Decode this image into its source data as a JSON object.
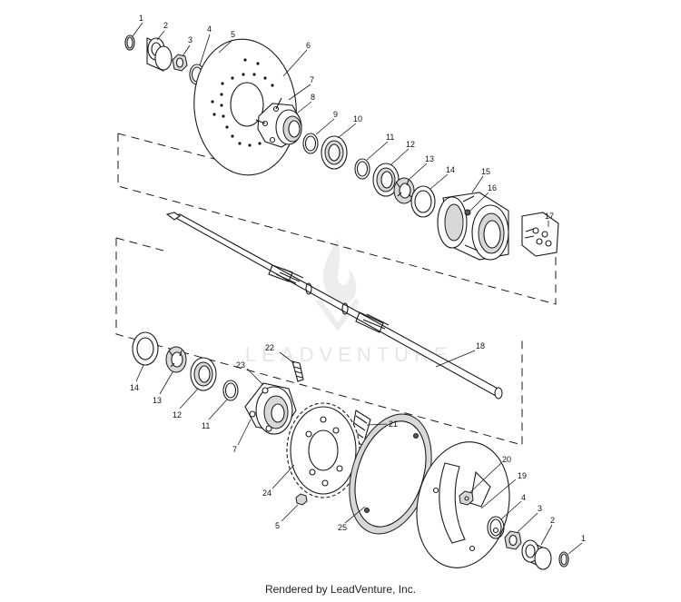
{
  "watermark": {
    "text": "LEADVENTURE"
  },
  "credit": {
    "text": "Rendered by LeadVenture, Inc."
  },
  "callouts": [
    {
      "id": "c1a",
      "label": "1"
    },
    {
      "id": "c2a",
      "label": "2"
    },
    {
      "id": "c3a",
      "label": "3"
    },
    {
      "id": "c4a",
      "label": "4"
    },
    {
      "id": "c5a",
      "label": "5"
    },
    {
      "id": "c6",
      "label": "6"
    },
    {
      "id": "c7a",
      "label": "7"
    },
    {
      "id": "c8",
      "label": "8"
    },
    {
      "id": "c9",
      "label": "9"
    },
    {
      "id": "c10",
      "label": "10"
    },
    {
      "id": "c11a",
      "label": "11"
    },
    {
      "id": "c12a",
      "label": "12"
    },
    {
      "id": "c13a",
      "label": "13"
    },
    {
      "id": "c14a",
      "label": "14"
    },
    {
      "id": "c15",
      "label": "15"
    },
    {
      "id": "c16",
      "label": "16"
    },
    {
      "id": "c17",
      "label": "17"
    },
    {
      "id": "c18",
      "label": "18"
    },
    {
      "id": "c14b",
      "label": "14"
    },
    {
      "id": "c13b",
      "label": "13"
    },
    {
      "id": "c12b",
      "label": "12"
    },
    {
      "id": "c11b",
      "label": "11"
    },
    {
      "id": "c22",
      "label": "22"
    },
    {
      "id": "c23",
      "label": "23"
    },
    {
      "id": "c7b",
      "label": "7"
    },
    {
      "id": "c21",
      "label": "21"
    },
    {
      "id": "c24",
      "label": "24"
    },
    {
      "id": "c5b",
      "label": "5"
    },
    {
      "id": "c25",
      "label": "25"
    },
    {
      "id": "c20",
      "label": "20"
    },
    {
      "id": "c19",
      "label": "19"
    },
    {
      "id": "c4b",
      "label": "4"
    },
    {
      "id": "c3b",
      "label": "3"
    },
    {
      "id": "c2b",
      "label": "2"
    },
    {
      "id": "c1b",
      "label": "1"
    }
  ]
}
